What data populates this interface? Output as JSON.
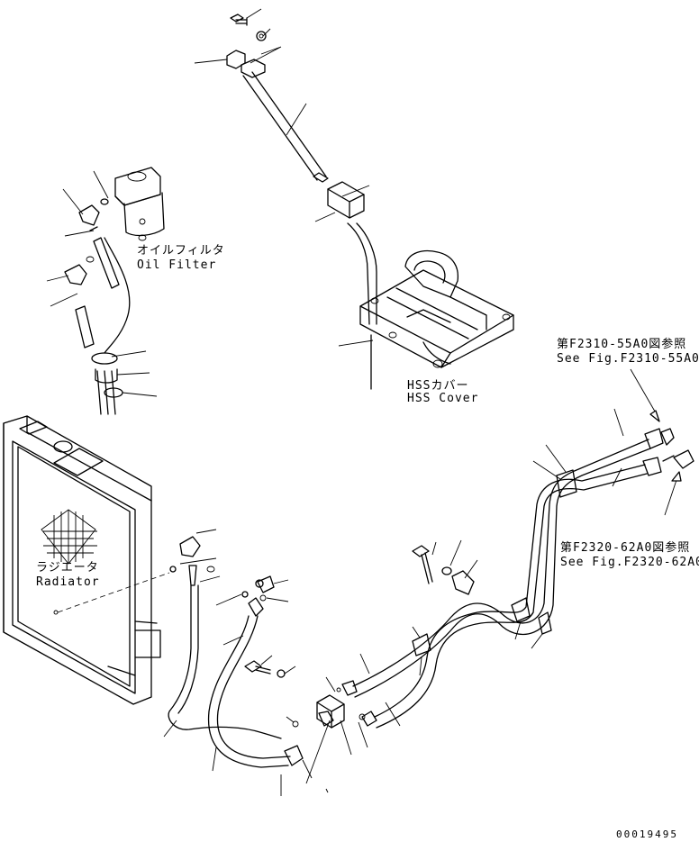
{
  "callouts": {
    "oil_filter_jp": "オイルフィルタ",
    "oil_filter_en": "Oil Filter",
    "hss_cover_jp": "HSSカバー",
    "hss_cover_en": "HSS Cover",
    "radiator_jp": "ラジエータ",
    "radiator_en": "Radiator",
    "ref_top_jp": "第F2310-55A0図参照",
    "ref_top_en": "See Fig.F2310-55A0",
    "ref_bottom_jp": "第F2320-62A0図参照",
    "ref_bottom_en": "See Fig.F2320-62A0"
  },
  "drawing_number": "00019495"
}
